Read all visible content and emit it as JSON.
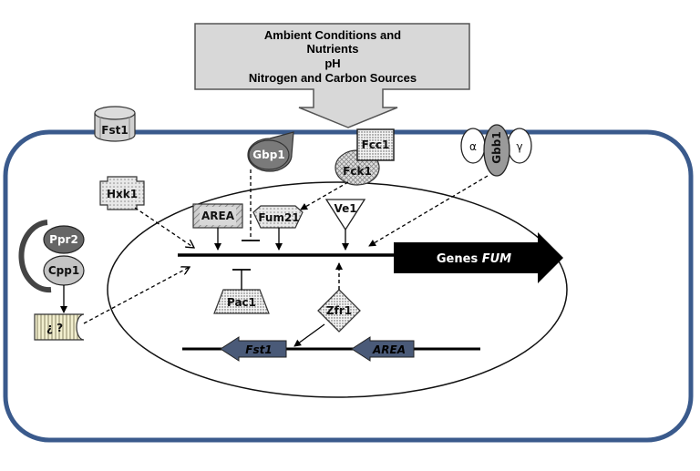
{
  "header": {
    "lines": [
      "Ambient Conditions and",
      "Nutrients",
      "pH",
      "Nitrogen and Carbon Sources"
    ]
  },
  "nodes": {
    "fst1_membrane": "Fst1",
    "gbp1": "Gbp1",
    "fcc1": "Fcc1",
    "fck1": "Fck1",
    "g_alpha": "α",
    "g_beta": "Gbb1",
    "g_gamma": "γ",
    "hxk1": "Hxk1",
    "area_protein": "AREA",
    "fum21": "Fum21",
    "ve1": "Ve1",
    "ppr2": "Ppr2",
    "cpp1": "Cpp1",
    "unknown_receptor": "¿ ?",
    "pac1": "Pac1",
    "zfr1": "Zfr1"
  },
  "genes": {
    "fum_prefix": "Genes ",
    "fum_italic": "FUM",
    "fst1_gene": "Fst1",
    "area_gene": "AREA"
  },
  "colors": {
    "cell_border": "#3a5a8c",
    "gene_arrow": "#4a5a78",
    "box_fill": "#dcdcdc"
  }
}
